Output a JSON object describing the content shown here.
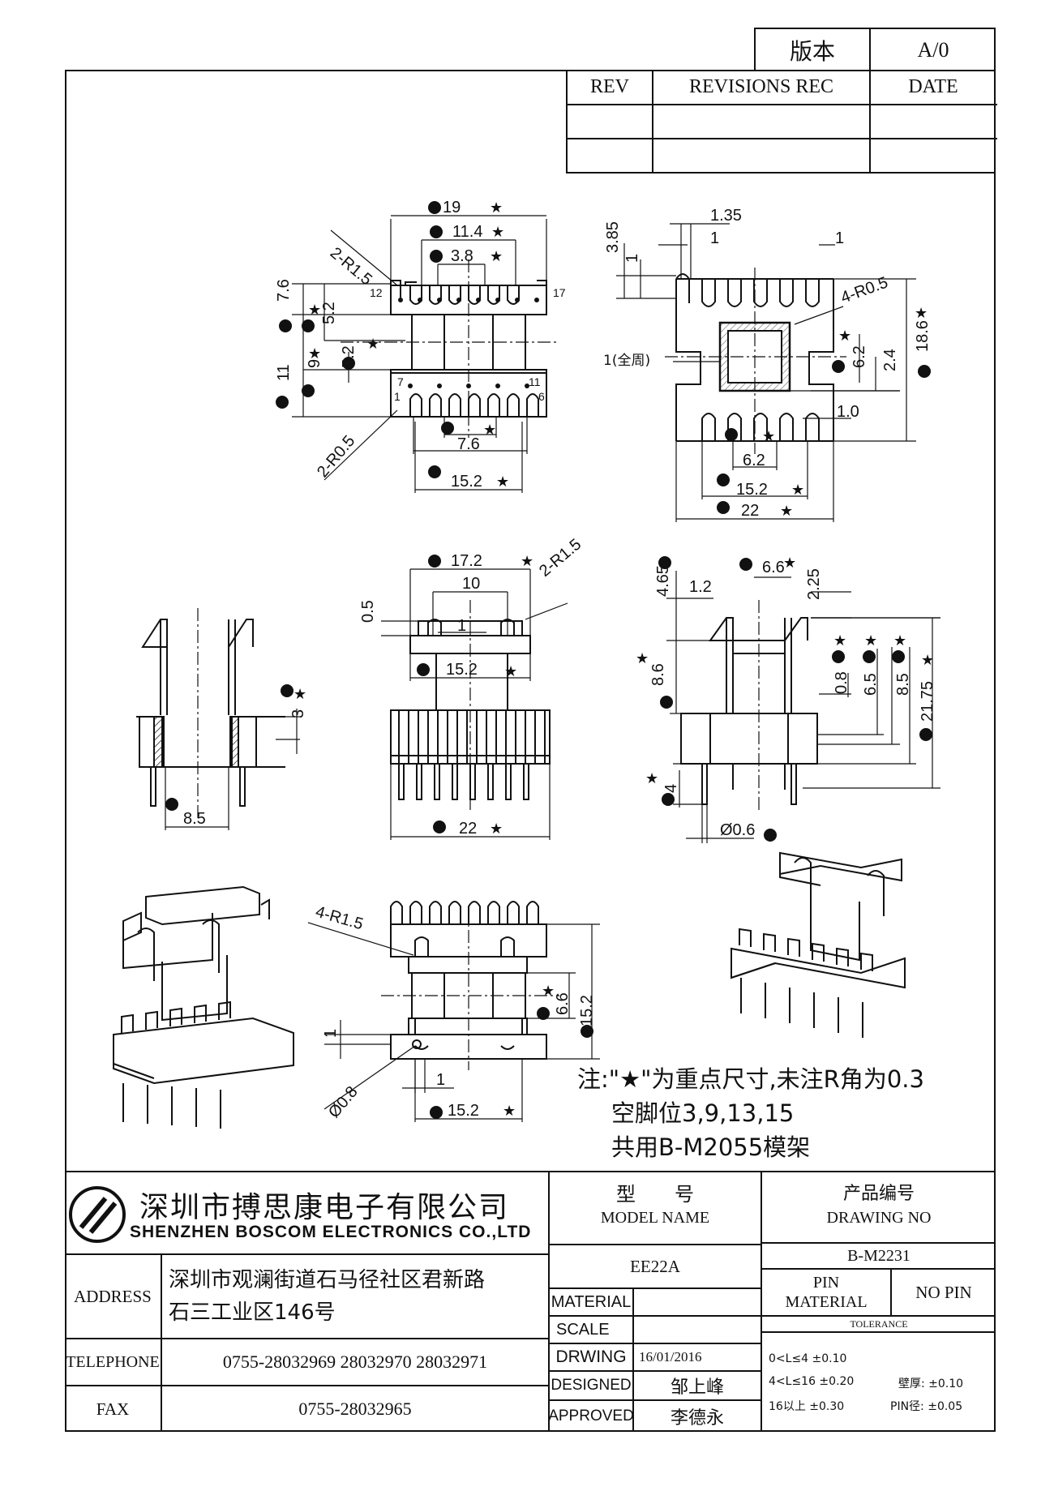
{
  "version": {
    "label": "版本",
    "value": "A/0"
  },
  "revisions": {
    "headers": [
      "REV",
      "REVISIONS REC",
      "DATE"
    ]
  },
  "dimensions": {
    "top_left": {
      "d_A": "19",
      "d_B": "11.4",
      "d_C": "3.8",
      "d_D": "7.6",
      "d_E": "5.2",
      "d_F": "11",
      "d_G": "9",
      "d_H": "5.2",
      "d_I": "7.6",
      "d_J": "15.2",
      "r_top": "2-R1.5",
      "r_bot": "2-R0.5",
      "pins": [
        "12",
        "17",
        "7",
        "11",
        "1",
        "6"
      ]
    },
    "top_right": {
      "d_135": "1.35",
      "d_385": "3.85",
      "d_1a": "1",
      "d_1b": "1",
      "d_1c": "1",
      "r": "4-R0.5",
      "d_186": "18.6",
      "d_62": "6.2",
      "d_24": "2.4",
      "d_10": "1.0",
      "d_M": "6.2",
      "d_N": "15.2",
      "d_O": "22",
      "wall": "1(全周)"
    },
    "mid_center": {
      "d_R": "17.2",
      "d_10": "10",
      "d_05": "0.5",
      "d_1": "1",
      "d_S": "15.2",
      "d_T": "22",
      "r": "2-R1.5"
    },
    "mid_left": {
      "d_Q": "3",
      "d_P": "8.5"
    },
    "mid_right": {
      "d_465": "4.65",
      "d_V": "6.6",
      "d_225": "2.25",
      "d_12": "1.2",
      "d_86": "8.6",
      "d_08": "0.8",
      "d_65": "6.5",
      "d_85": "8.5",
      "d_2175": "21.75",
      "d_4": "4",
      "d_06": "Ø0.6"
    },
    "bottom": {
      "r": "4-R1.5",
      "d_66": "6.6",
      "d_152": "15.2",
      "d_1a": "1",
      "d_1b": "1",
      "d_08": "Ø0.8",
      "d_C1": "15.2"
    }
  },
  "notes": [
    "注:\"★\"为重点尺寸,未注R角为0.3",
    "空脚位3,9,13,15",
    "共用B-M2055模架"
  ],
  "company": {
    "name_cn": "深圳市搏思康电子有限公司",
    "name_en": "SHENZHEN BOSCOM ELECTRONICS CO.,LTD"
  },
  "title_block": {
    "model_label_cn": "型　　号",
    "model_label_en": "MODEL NAME",
    "model_value": "EE22A",
    "drawing_label_cn": "产品编号",
    "drawing_label_en": "DRAWING NO",
    "drawing_value": "B-M2231",
    "pin_material_label": "PIN\nMATERIAL",
    "pin_material_value": "NO PIN",
    "tolerance_label": "TOLERANCE",
    "address_label": "ADDRESS",
    "address_line1": "深圳市观澜街道石马径社区君新路",
    "address_line2": "石三工业区146号",
    "telephone_label": "TELEPHONE",
    "telephone_value": "0755-28032969 28032970 28032971",
    "fax_label": "FAX",
    "fax_value": "0755-28032965",
    "material_label": "MATERIAL",
    "scale_label": "SCALE",
    "drawing_date_label": "DRWING",
    "drawing_date_value": "16/01/2016",
    "designed_label": "DESIGNED",
    "designed_value": "邹上峰",
    "approved_label": "APPROVED",
    "approved_value": "李德永",
    "tol1": "0<L≤4  ±0.10",
    "tol2": "4<L≤16  ±0.20",
    "tol3": "16以上  ±0.30",
    "wall_tol": "壁厚:  ±0.10",
    "pin_tol": "PIN径: ±0.05"
  }
}
